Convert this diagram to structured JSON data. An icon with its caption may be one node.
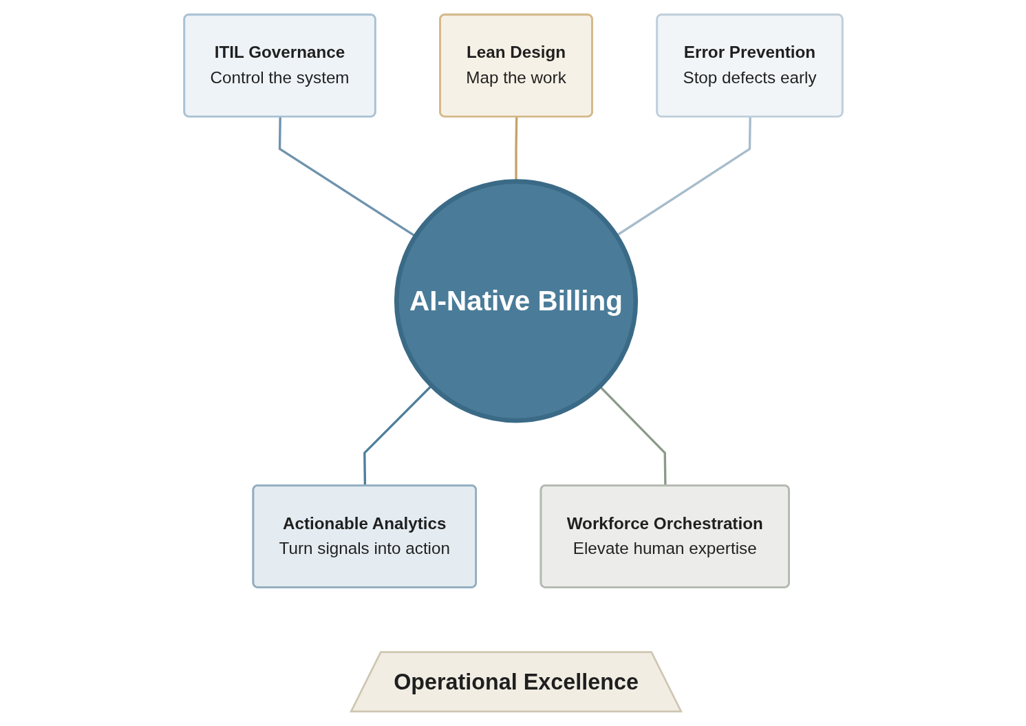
{
  "diagram": {
    "nodes": [
      {
        "text": [
          "Lean Design",
          "Map the work"
        ]
      },
      {
        "text": [
          "ITIL Governance",
          "Control the system"
        ]
      },
      {
        "text": [
          "Error Prevention",
          "Stop defects early"
        ]
      },
      {
        "text": [
          "AI-Native Billing"
        ]
      },
      {
        "text": [
          "Actionable Analytics",
          "Turn signals into action"
        ]
      },
      {
        "text": [
          "Workforce Orchestration",
          "Elevate human expertise"
        ]
      },
      {
        "text": [
          "Operational Excellence"
        ]
      }
    ],
    "edges": [
      {
        "from": 1,
        "to": 3,
        "arrow": "none",
        "color": "#6f93ad"
      },
      {
        "from": 0,
        "to": 3,
        "arrow": "none",
        "color": "#c4a468"
      },
      {
        "from": 2,
        "to": 3,
        "arrow": "none",
        "color": "#a7bccb"
      },
      {
        "from": 3,
        "to": 4,
        "arrow": "none",
        "color": "#4f7f9c"
      },
      {
        "from": 3,
        "to": 5,
        "arrow": "none",
        "color": "#8b9a89"
      }
    ]
  }
}
